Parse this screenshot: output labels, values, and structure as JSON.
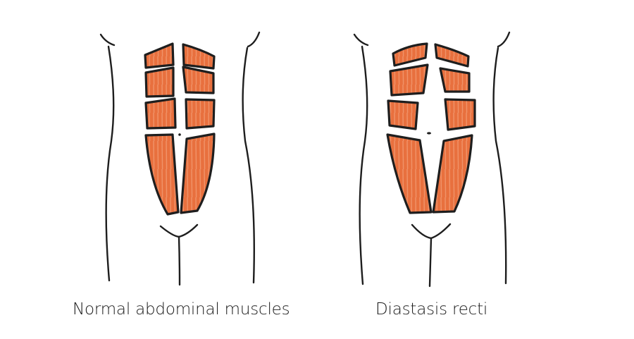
{
  "colors": {
    "muscle": "#E8703E",
    "fiber": "#F4A27C",
    "outline": "#1E1E1E",
    "background": "#FFFFFF",
    "caption": "#1A1A1A"
  },
  "figures": [
    {
      "id": "normal",
      "caption": "Normal abdominal muscles",
      "muscle_blocks": 8,
      "gap": "narrow"
    },
    {
      "id": "diastasis",
      "caption": "Diastasis recti",
      "muscle_blocks": 8,
      "gap": "wide"
    }
  ]
}
